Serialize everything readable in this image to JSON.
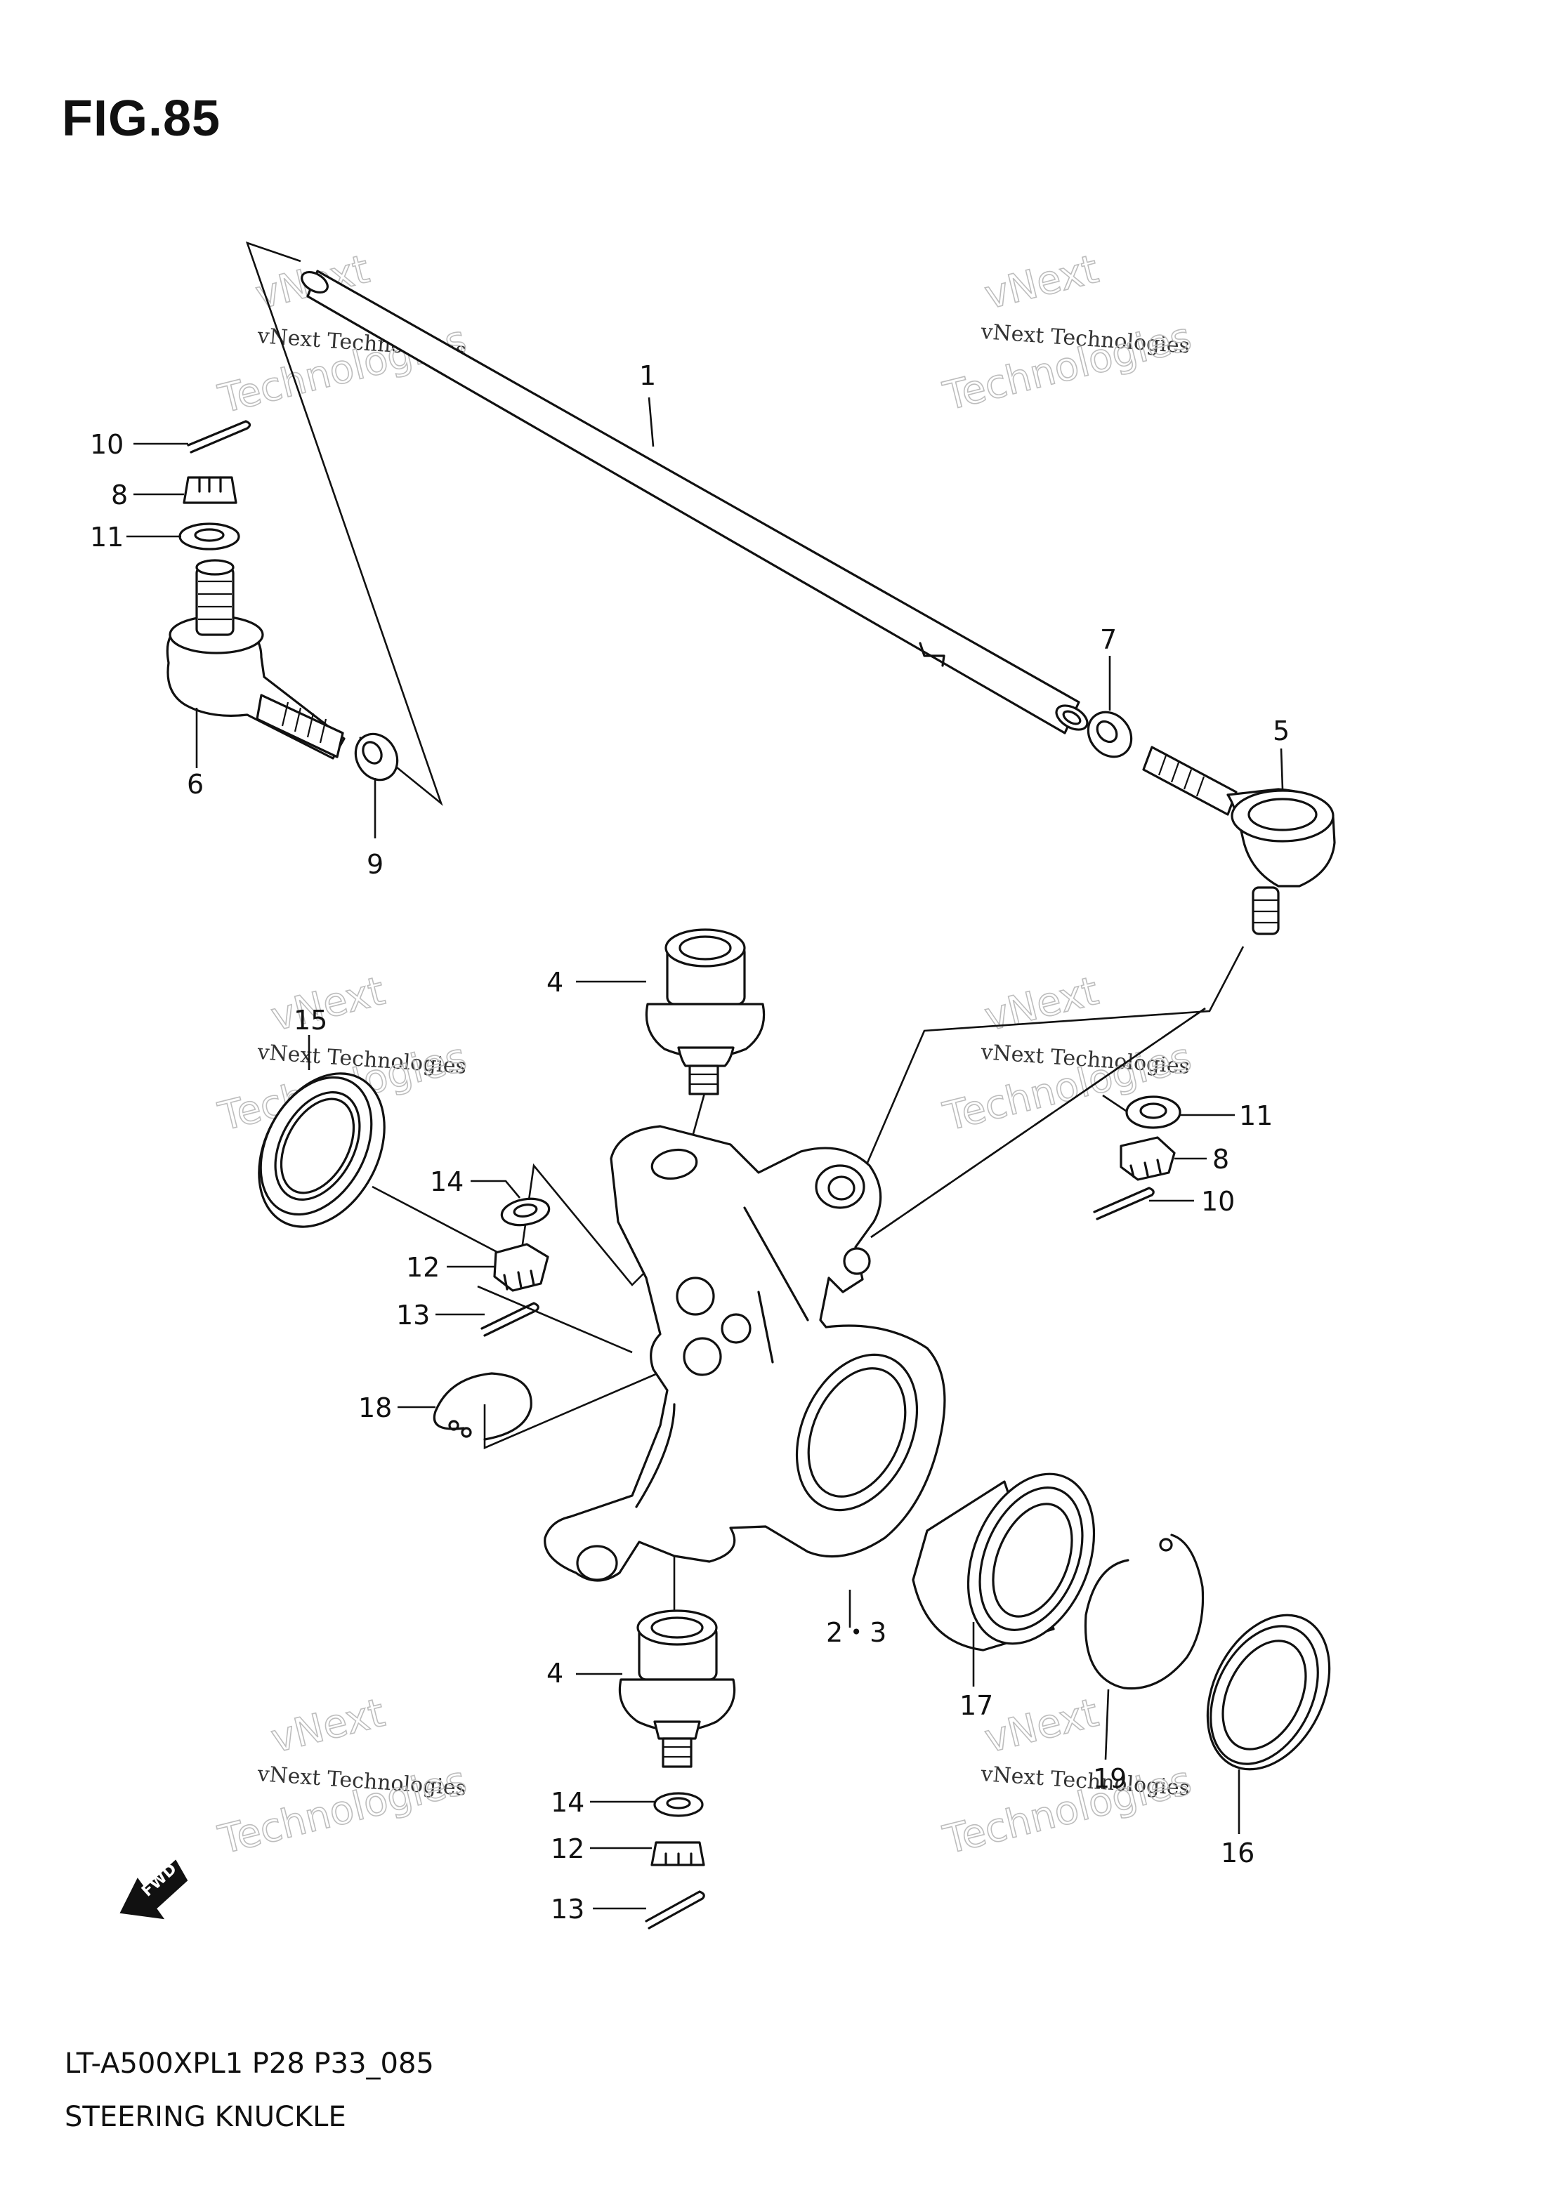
{
  "figure": {
    "title": "FIG.85"
  },
  "footer": {
    "model_line": "LT-A500XPL1 P28 P33_085",
    "section_name": "STEERING KNUCKLE"
  },
  "watermark": {
    "line1": "vNext Technologies",
    "line2": "vNext",
    "line3": "Technologies"
  },
  "fwd_label": "FWD",
  "callouts": [
    {
      "id": "c1",
      "label": "1"
    },
    {
      "id": "c2",
      "label": "2・3"
    },
    {
      "id": "c4a",
      "label": "4"
    },
    {
      "id": "c4b",
      "label": "4"
    },
    {
      "id": "c5",
      "label": "5"
    },
    {
      "id": "c6",
      "label": "6"
    },
    {
      "id": "c7",
      "label": "7"
    },
    {
      "id": "c8a",
      "label": "8"
    },
    {
      "id": "c8b",
      "label": "8"
    },
    {
      "id": "c9",
      "label": "9"
    },
    {
      "id": "c10a",
      "label": "10"
    },
    {
      "id": "c10b",
      "label": "10"
    },
    {
      "id": "c11a",
      "label": "11"
    },
    {
      "id": "c11b",
      "label": "11"
    },
    {
      "id": "c12a",
      "label": "12"
    },
    {
      "id": "c12b",
      "label": "12"
    },
    {
      "id": "c13a",
      "label": "13"
    },
    {
      "id": "c13b",
      "label": "13"
    },
    {
      "id": "c14a",
      "label": "14"
    },
    {
      "id": "c14b",
      "label": "14"
    },
    {
      "id": "c15",
      "label": "15"
    },
    {
      "id": "c16",
      "label": "16"
    },
    {
      "id": "c17",
      "label": "17"
    },
    {
      "id": "c18",
      "label": "18"
    },
    {
      "id": "c19",
      "label": "19"
    }
  ]
}
